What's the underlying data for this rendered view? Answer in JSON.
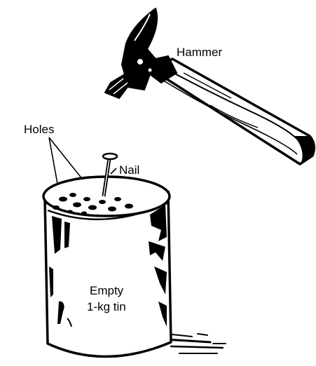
{
  "labels": {
    "hammer": "Hammer",
    "holes": "Holes",
    "nail": "Nail",
    "tin_line1": "Empty",
    "tin_line2": "1-kg tin"
  },
  "colors": {
    "ink": "#000000",
    "paper": "#ffffff"
  }
}
